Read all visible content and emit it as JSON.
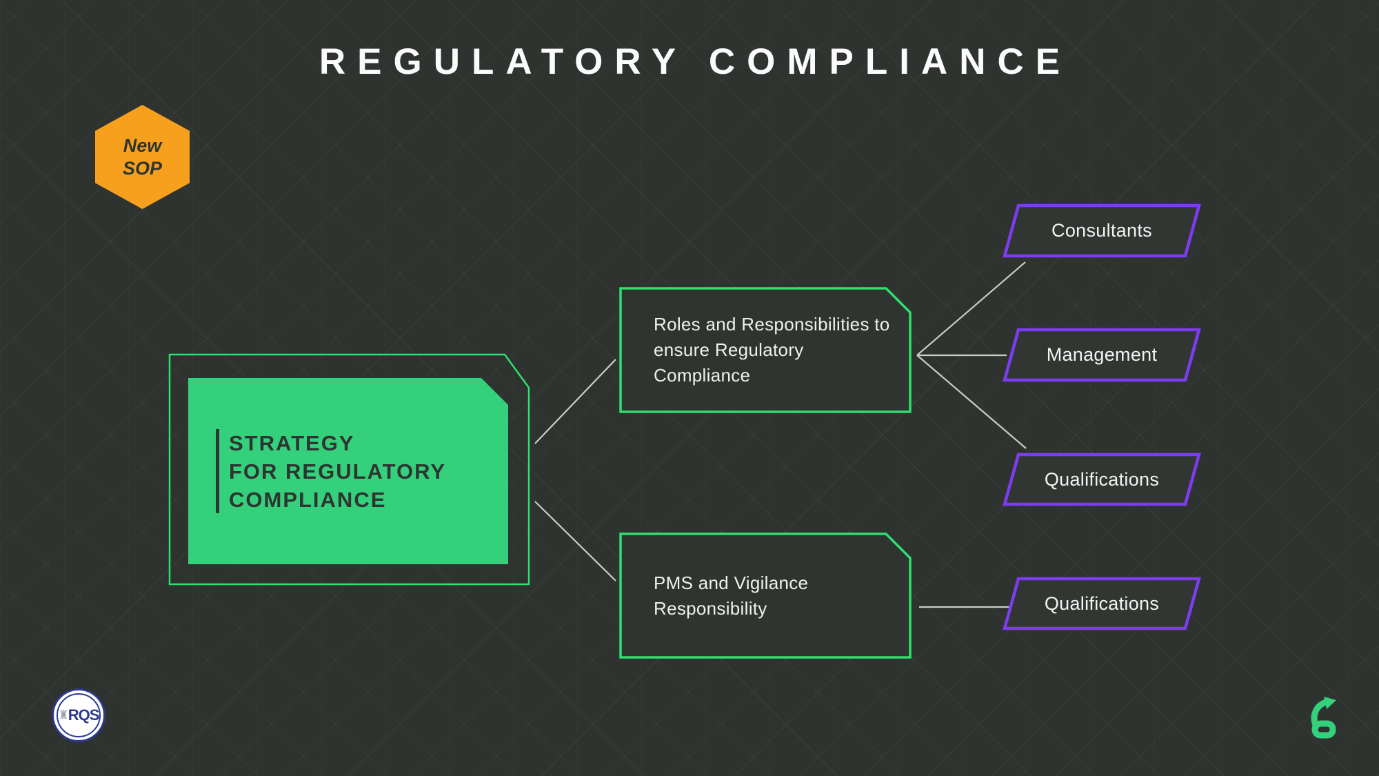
{
  "title": "REGULATORY COMPLIANCE",
  "badge": {
    "lines": [
      "New",
      "SOP"
    ]
  },
  "root": {
    "lines": [
      "STRATEGY",
      "FOR REGULATORY",
      "COMPLIANCE"
    ]
  },
  "branches": [
    {
      "label": "Roles and Responsibilities to ensure Regulatory Compliance",
      "children": [
        "Consultants",
        "Management",
        "Qualifications"
      ]
    },
    {
      "label": "PMS and Vigilance Responsibility",
      "children": [
        "Qualifications"
      ]
    }
  ],
  "footer": {
    "brand_left": "RQS",
    "rook_glyph": "♜"
  },
  "colors": {
    "background": "#2e3330",
    "accent_green": "#2ee06e",
    "fill_green": "#35d07c",
    "accent_purple": "#7d3cf0",
    "accent_orange": "#f6a01e",
    "connector_gray": "#c9cdc9",
    "dark_text": "#2e3430",
    "light_text": "#f2f4f2",
    "navy": "#2b3990"
  }
}
